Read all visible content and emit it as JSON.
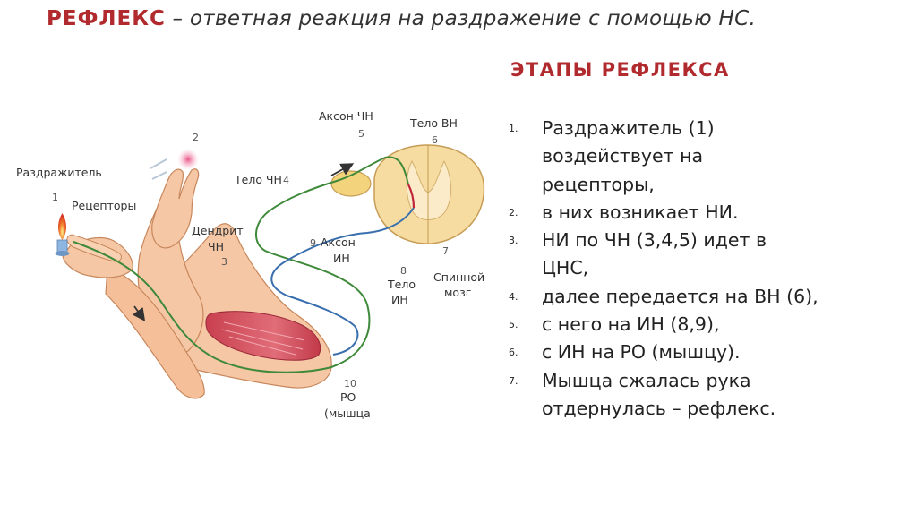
{
  "title": {
    "term": "РЕФЛЕКС",
    "dash": " – ",
    "rest": "ответная реакция на раздражение с помощью НС."
  },
  "stages": {
    "heading": "ЭТАПЫ РЕФЛЕКСА",
    "items": [
      {
        "num": "1.",
        "text": "Раздражитель (1)\nвоздействует на\nрецепторы,"
      },
      {
        "num": "2.",
        "text": "в них возникает НИ."
      },
      {
        "num": "3.",
        "text": "НИ по ЧН (3,4,5) идет в\nЦНС,"
      },
      {
        "num": "4.",
        "text": "далее передается на ВН (6),"
      },
      {
        "num": "5.",
        "text": "с него на ИН (8,9),"
      },
      {
        "num": "6.",
        "text": "с ИН на РО (мышцу)."
      },
      {
        "num": "7.",
        "text": "Мышца сжалась  рука\nотдернулась – рефлекс."
      }
    ]
  },
  "diagram": {
    "labels": {
      "stimulus": "Раздражитель",
      "receptors": "Рецепторы",
      "dendrite_line1": "Дендрит",
      "dendrite_line2": "ЧН",
      "body_sn": "Тело ЧН",
      "axon_sn": "Аксон ЧН",
      "body_in": "Тело ВН",
      "axon_mn_line1": "Аксон",
      "axon_mn_line2": "ИН",
      "body_mn_line1": "Тело",
      "body_mn_line2": "ИН",
      "spinal_line1": "Спинной",
      "spinal_line2": "мозг",
      "effector_line1": "РО",
      "effector_line2": "(мышца"
    },
    "numbers": {
      "n1": "1",
      "n2": "2",
      "n3": "3",
      "n4": "4",
      "n5": "5",
      "n6": "6",
      "n7": "7",
      "n8": "8",
      "n9": "9",
      "n10": "10"
    }
  }
}
